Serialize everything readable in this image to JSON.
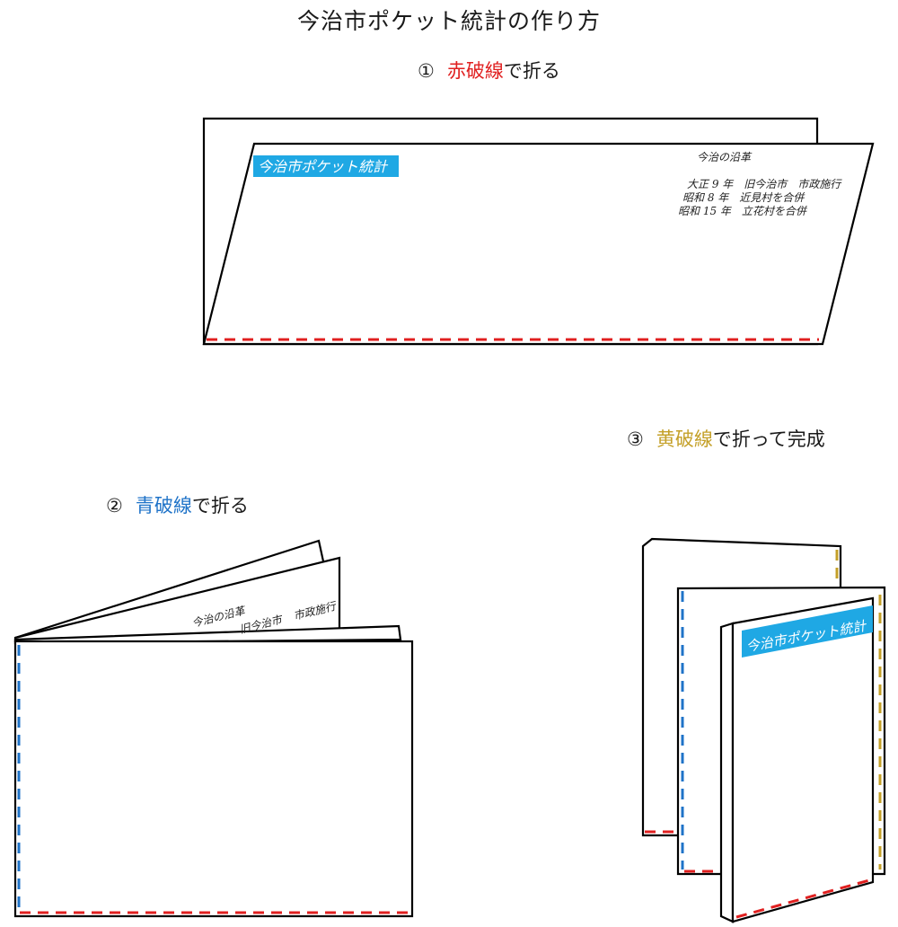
{
  "title": "今治市ポケット統計の作り方",
  "steps": [
    {
      "number": "①",
      "line_label": "赤破線",
      "action": "で折る"
    },
    {
      "number": "②",
      "line_label": "青破線",
      "action": "で折る"
    },
    {
      "number": "③",
      "line_label": "黄破線",
      "action": "で折って完成"
    }
  ],
  "booklet": {
    "cover_title": "今治市ポケット統計",
    "history_heading": "今治の沿革",
    "history_lines": [
      "大正 9 年　旧今治市　市政施行",
      "昭和 8 年　近見村を合併",
      "昭和 15 年　立花村を合併"
    ],
    "fold2_heading": "今治の沿革",
    "fold2_line_a": "旧今治市",
    "fold2_line_b": "市政施行"
  },
  "colors": {
    "red_line": "#e02020",
    "blue_line": "#1f73c8",
    "yellow_line": "#c4a028",
    "cover_bg": "#1fa8e4",
    "outline": "#000000"
  }
}
